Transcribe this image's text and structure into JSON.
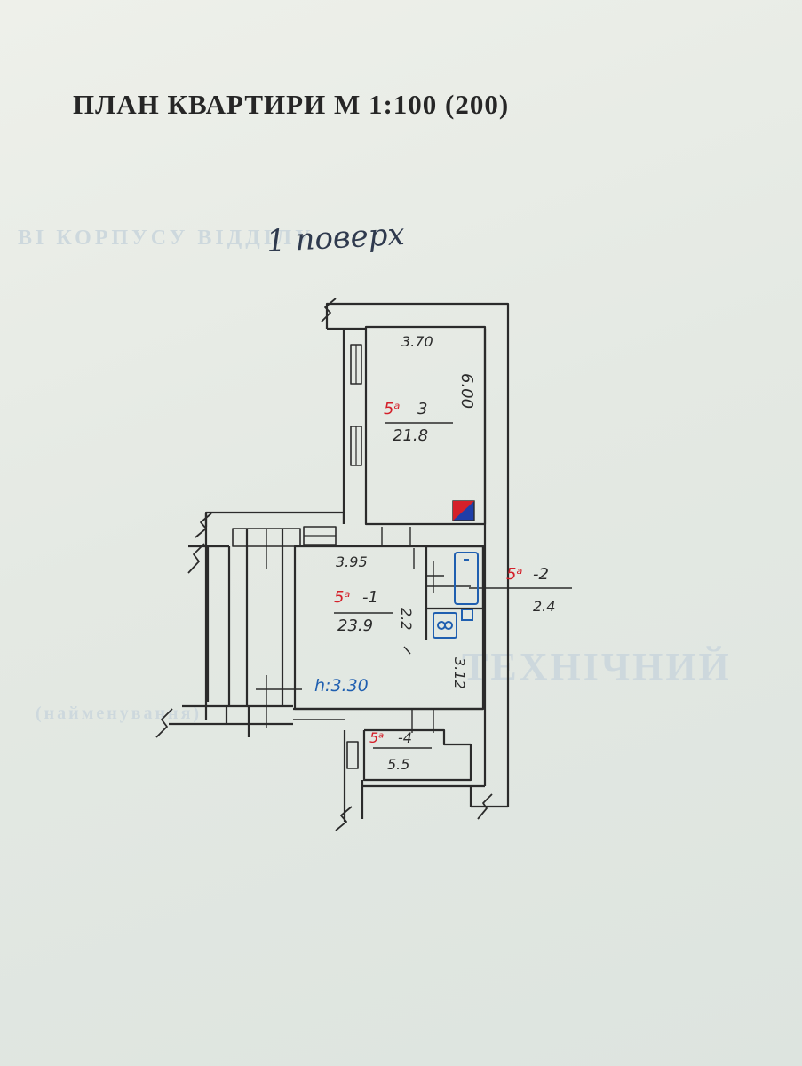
{
  "title": "ПЛАН  КВАРТИРИ  М   1:100 (200)",
  "floor_label": "1 поверх",
  "room_label": {
    "room_3": {
      "prefix": "5ᵃ",
      "number": "3",
      "area": "21.8"
    },
    "room_1": {
      "prefix": "5ᵃ",
      "number": "-1",
      "area": "23.9"
    },
    "room_2": {
      "prefix": "5ᵃ",
      "number": "-2",
      "area": "2.4"
    },
    "room_4": {
      "prefix": "5ᵃ",
      "number": "-4",
      "area": "5.5"
    }
  },
  "dimensions": {
    "room_3_width": "3.70",
    "room_3_length": "6.00",
    "room_1_width": "3.95",
    "room_1_length": "3.12",
    "room_1_small": "2.2",
    "ceiling_height": "h:3.30"
  },
  "colors": {
    "ink": "#2b2b2b",
    "handwriting": "#2f3a4e",
    "red_marker": "#d4202a",
    "blue_marker": "#1f5fb0"
  }
}
